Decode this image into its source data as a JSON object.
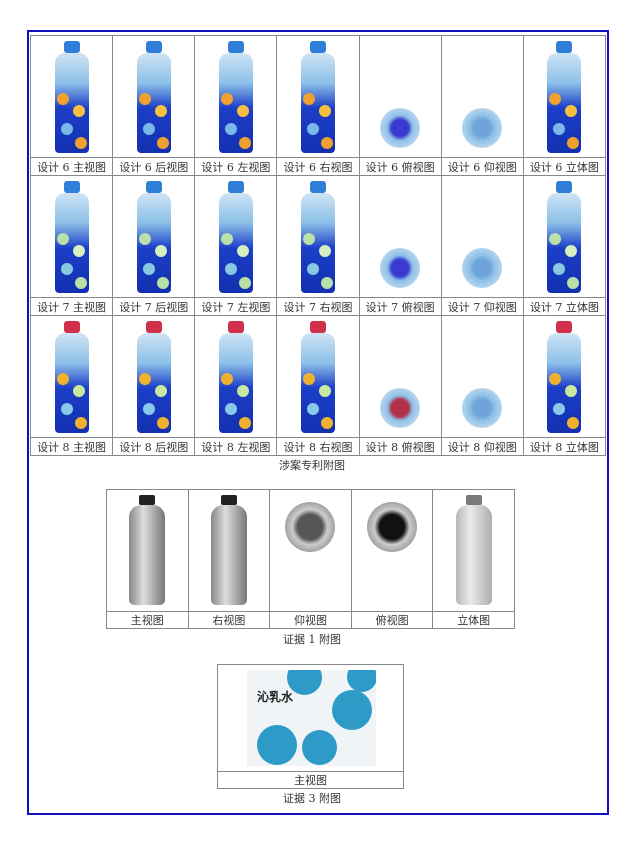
{
  "table1": {
    "rows": [
      {
        "design": 6,
        "captions": [
          "设计 6 主视图",
          "设计 6 后视图",
          "设计 6 左视图",
          "设计 6 右视图",
          "设计 6 俯视图",
          "设计 6 仰视图",
          "设计 6 立体图"
        ],
        "cap_color": "#2f7fd8"
      },
      {
        "design": 7,
        "captions": [
          "设计 7 主视图",
          "设计 7 后视图",
          "设计 7 左视图",
          "设计 7 右视图",
          "设计 7 俯视图",
          "设计 7 仰视图",
          "设计 7 立体图"
        ],
        "cap_color": "#2f7fd8"
      },
      {
        "design": 8,
        "captions": [
          "设计 8 主视图",
          "设计 8 后视图",
          "设计 8 左视图",
          "设计 8 右视图",
          "设计 8 俯视图",
          "设计 8 仰视图",
          "设计 8 立体图"
        ],
        "cap_color": "#d0304a"
      }
    ],
    "title": "涉案专利附图"
  },
  "table2": {
    "captions": [
      "主视图",
      "右视图",
      "仰视图",
      "俯视图",
      "立体图"
    ],
    "title": "证据 1 附图"
  },
  "table3": {
    "captions": [
      "主视图"
    ],
    "title": "证据 3 附图",
    "label_text": "沁乳水"
  },
  "colors": {
    "frame": "#1010c0"
  }
}
